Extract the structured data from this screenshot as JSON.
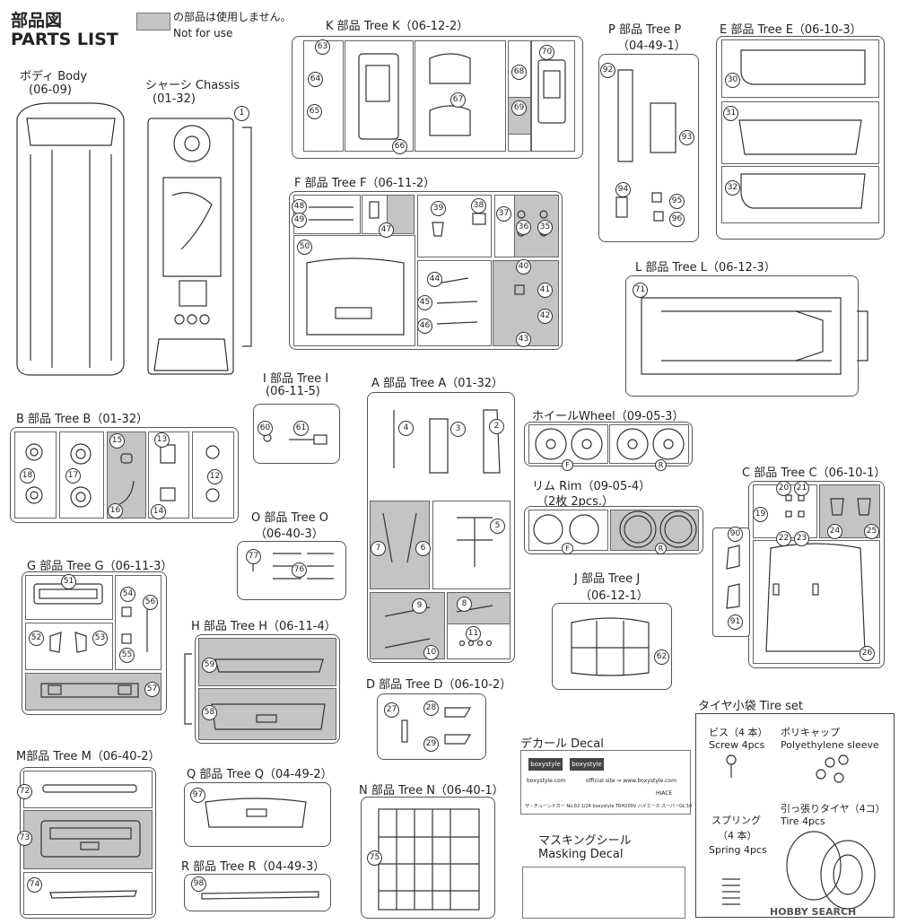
{
  "header": {
    "title_jp": "部品図",
    "title_en": "PARTS LIST",
    "legend_jp": "の部品は使用しません。",
    "legend_en": "Not for use"
  },
  "parts": {
    "body": {
      "label": "ボディ Body",
      "code": "(06-09)"
    },
    "chassis": {
      "label": "シャーシ Chassis",
      "code": "(01-32)"
    },
    "treeK": {
      "label": "K 部品 Tree K（06-12-2）"
    },
    "treeP": {
      "label": "P 部品 Tree P",
      "code": "（04-49-1）"
    },
    "treeE": {
      "label": "E 部品 Tree E（06-10-3）"
    },
    "treeF": {
      "label": "F 部品 Tree F（06-11-2）"
    },
    "treeL": {
      "label": "L 部品 Tree L（06-12-3）"
    },
    "treeI": {
      "label": "I 部品 Tree I",
      "code": "(06-11-5)"
    },
    "treeA": {
      "label": "A 部品 Tree A（01-32）"
    },
    "treeB": {
      "label": "B 部品 Tree B（01-32）"
    },
    "wheel": {
      "label": "ホイールWheel（09-05-3）"
    },
    "treeC": {
      "label": "C 部品 Tree C（06-10-1）"
    },
    "rim": {
      "label": "リム Rim（09-05-4）",
      "qty": "（2枚 2pcs.）"
    },
    "treeO": {
      "label": "O 部品 Tree O",
      "code": "（06-40-3）"
    },
    "treeG": {
      "label": "G 部品 Tree G（06-11-3）"
    },
    "treeJ": {
      "label": "J 部品 Tree J",
      "code": "（06-12-1）"
    },
    "treeH": {
      "label": "H 部品 Tree H（06-11-4）"
    },
    "treeD": {
      "label": "D 部品 Tree D（06-10-2）"
    },
    "tireset": {
      "label": "タイヤ小袋 Tire set",
      "screw_jp": "ビス（4 本）",
      "screw_en": "Screw 4pcs",
      "cap_jp": "ポリキャップ",
      "cap_en": "Polyethylene sleeve",
      "spring_jp": "スプリング",
      "spring_qty": "（4 本）",
      "spring_en": "Spring 4pcs",
      "tire_jp": "引っ張りタイヤ（4コ）",
      "tire_en": "Tire 4pcs"
    },
    "treeM": {
      "label": "M部品 Tree M（06-40-2）"
    },
    "decal": {
      "label": "デカール Decal"
    },
    "treeQ": {
      "label": "Q 部品 Tree Q（04-49-2）"
    },
    "treeN": {
      "label": "N 部品 Tree N（06-40-1）"
    },
    "masking": {
      "label_jp": "マスキングシール",
      "label_en": "Masking Decal"
    },
    "treeR": {
      "label": "R 部品 Tree R（04-49-3）"
    }
  },
  "decal_text": {
    "brand1": "boxystyle",
    "brand2": "boxystyle",
    "url1": "boxystyle.com",
    "url2": "official site ⇒ www.boxystyle.com",
    "hiace": "HIACE",
    "footer": "ザ・チューンドカー No.02 1/24 boxystyle TRH200V ハイエース スーパーGL'10"
  },
  "watermark": "HOBBY SEARCH",
  "markers": {
    "f": "F",
    "r": "R"
  },
  "nums": [
    "1",
    "2",
    "3",
    "4",
    "5",
    "6",
    "7",
    "8",
    "9",
    "10",
    "11",
    "12",
    "13",
    "14",
    "15",
    "16",
    "17",
    "18",
    "19",
    "20",
    "21",
    "22",
    "23",
    "24",
    "25",
    "26",
    "27",
    "28",
    "29",
    "30",
    "31",
    "32",
    "35",
    "36",
    "37",
    "38",
    "39",
    "40",
    "41",
    "42",
    "43",
    "44",
    "45",
    "46",
    "47",
    "48",
    "49",
    "50",
    "51",
    "52",
    "53",
    "54",
    "55",
    "56",
    "57",
    "58",
    "59",
    "60",
    "61",
    "62",
    "63",
    "64",
    "65",
    "66",
    "67",
    "68",
    "69",
    "70",
    "71",
    "72",
    "73",
    "74",
    "75",
    "76",
    "77",
    "90",
    "91",
    "92",
    "93",
    "94",
    "95",
    "96",
    "97",
    "98"
  ]
}
